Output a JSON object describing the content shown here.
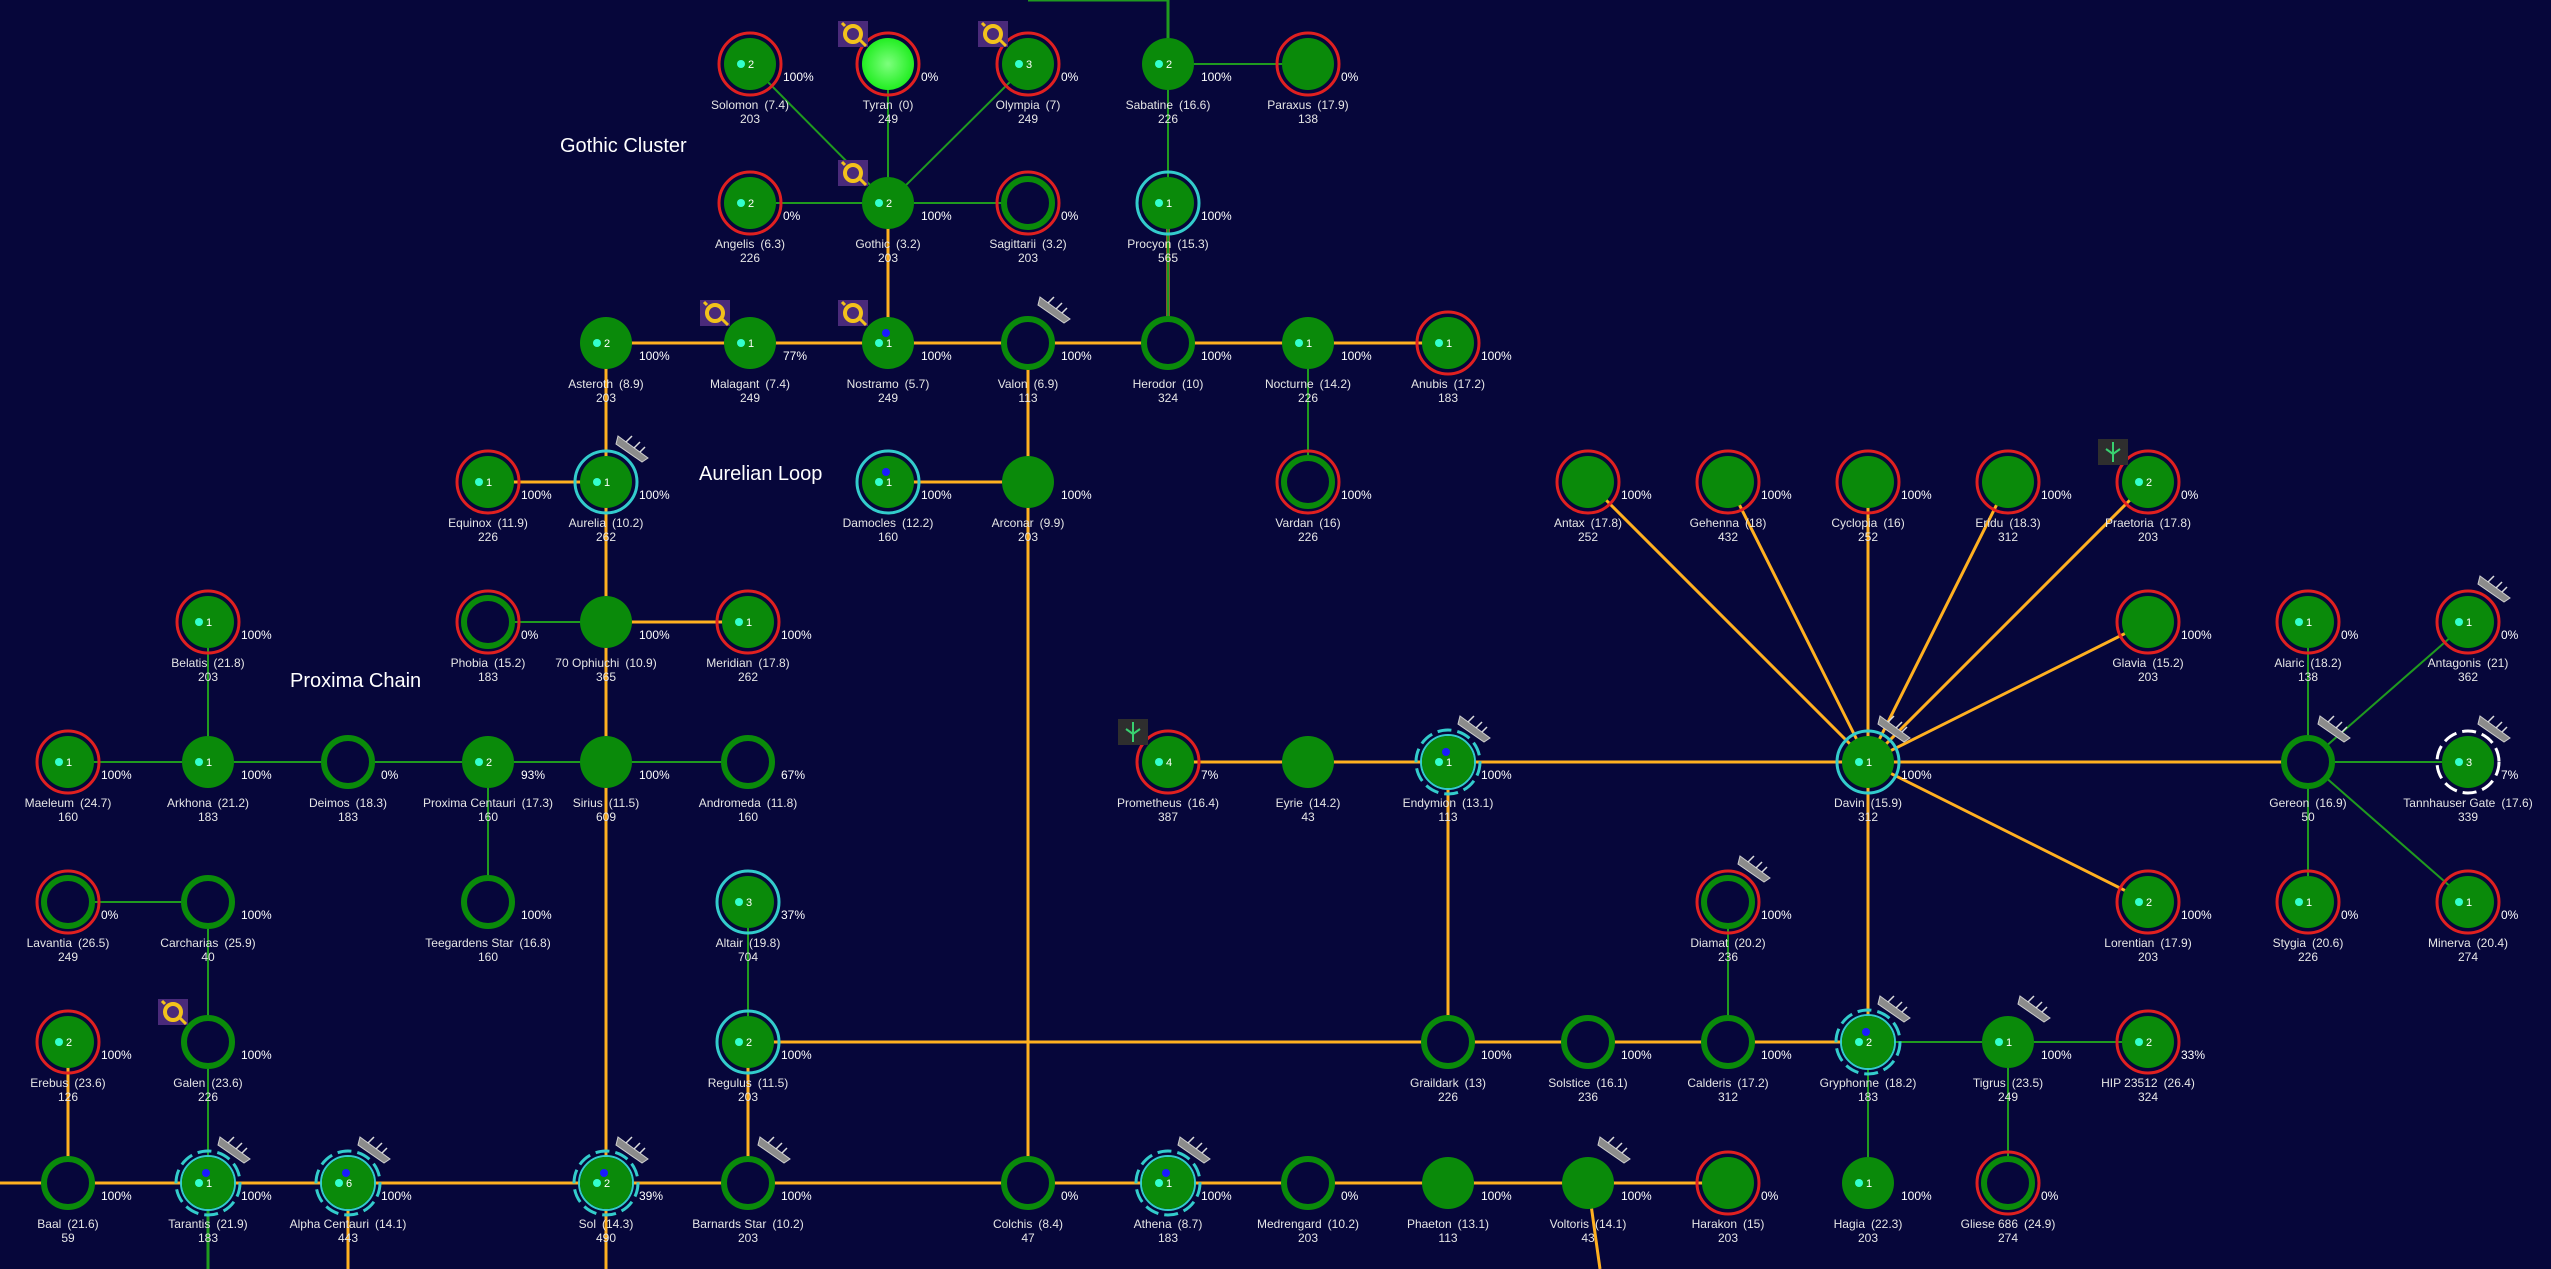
{
  "colors": {
    "background": "#06063a",
    "planet_fill": "#0a8a0a",
    "owned_ring": "#e02020",
    "contested_ring": "#33cccc",
    "link_major": "#ffb020",
    "link_minor": "#1f9a1f",
    "fleet_dot": "#33ffcc",
    "enemy_dot": "#1a1aff",
    "badge_bg": "#4a2a7a",
    "badge_icon": "#f2c21b"
  },
  "regions": [
    {
      "id": "gothic",
      "label": "Gothic Cluster"
    },
    {
      "id": "aurelian",
      "label": "Aurelian Loop"
    },
    {
      "id": "proxima",
      "label": "Proxima Chain"
    }
  ],
  "systems": [
    {
      "id": "solomon",
      "name": "Solomon",
      "value": "(7.4)",
      "count": "203",
      "fleet": "2",
      "pct": "100%",
      "ring": "red"
    },
    {
      "id": "tyran",
      "name": "Tyran",
      "value": "(0)",
      "count": "249",
      "fleet": "",
      "pct": "0%",
      "ring": "red",
      "badge": "chaos",
      "bright": true
    },
    {
      "id": "olympia",
      "name": "Olympia",
      "value": "(7)",
      "count": "249",
      "fleet": "3",
      "pct": "0%",
      "ring": "red",
      "badge": "chaos"
    },
    {
      "id": "sabatine",
      "name": "Sabatine",
      "value": "(16.6)",
      "count": "226",
      "fleet": "2",
      "pct": "100%",
      "ring": "none"
    },
    {
      "id": "paraxus",
      "name": "Paraxus",
      "value": "(17.9)",
      "count": "138",
      "fleet": "",
      "pct": "0%",
      "ring": "red"
    },
    {
      "id": "angelis",
      "name": "Angelis",
      "value": "(6.3)",
      "count": "226",
      "fleet": "2",
      "pct": "0%",
      "ring": "red"
    },
    {
      "id": "gothic",
      "name": "Gothic",
      "value": "(3.2)",
      "count": "203",
      "fleet": "2",
      "pct": "100%",
      "ring": "none",
      "badge": "chaos"
    },
    {
      "id": "sagittarii",
      "name": "Sagittarii",
      "value": "(3.2)",
      "count": "203",
      "fleet": "",
      "pct": "0%",
      "ring": "red",
      "hollow": true
    },
    {
      "id": "procyon",
      "name": "Procyon",
      "value": "(15.3)",
      "count": "565",
      "fleet": "1",
      "pct": "100%",
      "ring": "cyan"
    },
    {
      "id": "asteroth",
      "name": "Asteroth",
      "value": "(8.9)",
      "count": "203",
      "fleet": "2",
      "pct": "100%",
      "ring": "none"
    },
    {
      "id": "malagant",
      "name": "Malagant",
      "value": "(7.4)",
      "count": "249",
      "fleet": "1",
      "pct": "77%",
      "ring": "none",
      "badge": "chaos"
    },
    {
      "id": "nostramo",
      "name": "Nostramo",
      "value": "(5.7)",
      "count": "249",
      "fleet": "1",
      "pct": "100%",
      "ring": "none",
      "badge": "chaos",
      "enemy": true
    },
    {
      "id": "valon",
      "name": "Valon",
      "value": "(6.9)",
      "count": "113",
      "fleet": "",
      "pct": "100%",
      "ring": "none",
      "hollow": true,
      "ship": true
    },
    {
      "id": "herodor",
      "name": "Herodor",
      "value": "(10)",
      "count": "324",
      "fleet": "",
      "pct": "100%",
      "ring": "none",
      "hollow": true
    },
    {
      "id": "nocturne",
      "name": "Nocturne",
      "value": "(14.2)",
      "count": "226",
      "fleet": "1",
      "pct": "100%",
      "ring": "none"
    },
    {
      "id": "anubis",
      "name": "Anubis",
      "value": "(17.2)",
      "count": "183",
      "fleet": "1",
      "pct": "100%",
      "ring": "red"
    },
    {
      "id": "equinox",
      "name": "Equinox",
      "value": "(11.9)",
      "count": "226",
      "fleet": "1",
      "pct": "100%",
      "ring": "red"
    },
    {
      "id": "aurelia",
      "name": "Aurelia",
      "value": "(10.2)",
      "count": "262",
      "fleet": "1",
      "pct": "100%",
      "ring": "cyan",
      "ship": true
    },
    {
      "id": "damocles",
      "name": "Damocles",
      "value": "(12.2)",
      "count": "160",
      "fleet": "1",
      "pct": "100%",
      "ring": "cyan",
      "enemy": true
    },
    {
      "id": "arconar",
      "name": "Arconar",
      "value": "(9.9)",
      "count": "203",
      "fleet": "",
      "pct": "100%",
      "ring": "none"
    },
    {
      "id": "vardan",
      "name": "Vardan",
      "value": "(16)",
      "count": "226",
      "fleet": "",
      "pct": "100%",
      "ring": "red",
      "hollow": true
    },
    {
      "id": "antax",
      "name": "Antax",
      "value": "(17.8)",
      "count": "252",
      "fleet": "",
      "pct": "100%",
      "ring": "red"
    },
    {
      "id": "gehenna",
      "name": "Gehenna",
      "value": "(18)",
      "count": "432",
      "fleet": "",
      "pct": "100%",
      "ring": "red"
    },
    {
      "id": "cyclopia",
      "name": "Cyclopia",
      "value": "(16)",
      "count": "252",
      "fleet": "",
      "pct": "100%",
      "ring": "red"
    },
    {
      "id": "eridu",
      "name": "Eridu",
      "value": "(18.3)",
      "count": "312",
      "fleet": "",
      "pct": "100%",
      "ring": "red"
    },
    {
      "id": "praetoria",
      "name": "Praetoria",
      "value": "(17.8)",
      "count": "203",
      "fleet": "2",
      "pct": "0%",
      "ring": "red",
      "badge": "eldar"
    },
    {
      "id": "belatis",
      "name": "Belatis",
      "value": "(21.8)",
      "count": "203",
      "fleet": "1",
      "pct": "100%",
      "ring": "red"
    },
    {
      "id": "phobia",
      "name": "Phobia",
      "value": "(15.2)",
      "count": "183",
      "fleet": "",
      "pct": "0%",
      "ring": "red",
      "hollow": true
    },
    {
      "id": "ophiuchi",
      "name": "70 Ophiuchi",
      "value": "(10.9)",
      "count": "365",
      "fleet": "",
      "pct": "100%",
      "ring": "none"
    },
    {
      "id": "meridian",
      "name": "Meridian",
      "value": "(17.8)",
      "count": "262",
      "fleet": "1",
      "pct": "100%",
      "ring": "red"
    },
    {
      "id": "glavia",
      "name": "Glavia",
      "value": "(15.2)",
      "count": "203",
      "fleet": "",
      "pct": "100%",
      "ring": "red"
    },
    {
      "id": "alaric",
      "name": "Alaric",
      "value": "(18.2)",
      "count": "138",
      "fleet": "1",
      "pct": "0%",
      "ring": "red"
    },
    {
      "id": "antagonis",
      "name": "Antagonis",
      "value": "(21)",
      "count": "362",
      "fleet": "1",
      "pct": "0%",
      "ring": "red",
      "ship": true
    },
    {
      "id": "maeleum",
      "name": "Maeleum",
      "value": "(24.7)",
      "count": "160",
      "fleet": "1",
      "pct": "100%",
      "ring": "red"
    },
    {
      "id": "arkhona",
      "name": "Arkhona",
      "value": "(21.2)",
      "count": "183",
      "fleet": "1",
      "pct": "100%",
      "ring": "none"
    },
    {
      "id": "deimos",
      "name": "Deimos",
      "value": "(18.3)",
      "count": "183",
      "fleet": "",
      "pct": "0%",
      "ring": "none",
      "hollow": true
    },
    {
      "id": "proxima",
      "name": "Proxima Centauri",
      "value": "(17.3)",
      "count": "160",
      "fleet": "2",
      "pct": "93%",
      "ring": "none"
    },
    {
      "id": "sirius",
      "name": "Sirius",
      "value": "(11.5)",
      "count": "609",
      "fleet": "",
      "pct": "100%",
      "ring": "none"
    },
    {
      "id": "andromeda",
      "name": "Andromeda",
      "value": "(11.8)",
      "count": "160",
      "fleet": "",
      "pct": "67%",
      "ring": "none",
      "hollow": true
    },
    {
      "id": "prometheus",
      "name": "Prometheus",
      "value": "(16.4)",
      "count": "387",
      "fleet": "4",
      "pct": "7%",
      "ring": "red",
      "badge": "eldar"
    },
    {
      "id": "eyrie",
      "name": "Eyrie",
      "value": "(14.2)",
      "count": "43",
      "fleet": "",
      "pct": "",
      "ring": "none"
    },
    {
      "id": "endymion",
      "name": "Endymion",
      "value": "(13.1)",
      "count": "113",
      "fleet": "1",
      "pct": "100%",
      "ring": "cyan-dash",
      "ship": true,
      "enemy": true
    },
    {
      "id": "davin",
      "name": "Davin",
      "value": "(15.9)",
      "count": "312",
      "fleet": "1",
      "pct": "100%",
      "ring": "cyan",
      "ship": true
    },
    {
      "id": "gereon",
      "name": "Gereon",
      "value": "(16.9)",
      "count": "50",
      "fleet": "",
      "pct": "",
      "ring": "none",
      "hollow": true,
      "ship": true
    },
    {
      "id": "tannhauser",
      "name": "Tannhauser Gate",
      "value": "(17.6)",
      "count": "339",
      "fleet": "3",
      "pct": "7%",
      "ring": "white-dash",
      "ship": true
    },
    {
      "id": "lavantia",
      "name": "Lavantia",
      "value": "(26.5)",
      "count": "249",
      "fleet": "",
      "pct": "0%",
      "ring": "red",
      "hollow": true
    },
    {
      "id": "carcharias",
      "name": "Carcharias",
      "value": "(25.9)",
      "count": "40",
      "fleet": "",
      "pct": "100%",
      "ring": "none",
      "hollow": true
    },
    {
      "id": "teegardens",
      "name": "Teegardens Star",
      "value": "(16.8)",
      "count": "160",
      "fleet": "",
      "pct": "100%",
      "ring": "none",
      "hollow": true
    },
    {
      "id": "altair",
      "name": "Altair",
      "value": "(19.8)",
      "count": "704",
      "fleet": "3",
      "pct": "37%",
      "ring": "cyan"
    },
    {
      "id": "diamat",
      "name": "Diamat",
      "value": "(20.2)",
      "count": "236",
      "fleet": "",
      "pct": "100%",
      "ring": "red",
      "hollow": true,
      "ship": true
    },
    {
      "id": "lorentian",
      "name": "Lorentian",
      "value": "(17.9)",
      "count": "203",
      "fleet": "2",
      "pct": "100%",
      "ring": "red"
    },
    {
      "id": "stygia",
      "name": "Stygia",
      "value": "(20.6)",
      "count": "226",
      "fleet": "1",
      "pct": "0%",
      "ring": "red"
    },
    {
      "id": "minerva",
      "name": "Minerva",
      "value": "(20.4)",
      "count": "274",
      "fleet": "1",
      "pct": "0%",
      "ring": "red"
    },
    {
      "id": "erebus",
      "name": "Erebus",
      "value": "(23.6)",
      "count": "126",
      "fleet": "2",
      "pct": "100%",
      "ring": "red"
    },
    {
      "id": "galen",
      "name": "Galen",
      "value": "(23.6)",
      "count": "226",
      "fleet": "",
      "pct": "100%",
      "ring": "none",
      "hollow": true,
      "badge": "chaos"
    },
    {
      "id": "regulus",
      "name": "Regulus",
      "value": "(11.5)",
      "count": "203",
      "fleet": "2",
      "pct": "100%",
      "ring": "cyan"
    },
    {
      "id": "graildark",
      "name": "Graildark",
      "value": "(13)",
      "count": "226",
      "fleet": "",
      "pct": "100%",
      "ring": "none",
      "hollow": true
    },
    {
      "id": "solstice",
      "name": "Solstice",
      "value": "(16.1)",
      "count": "236",
      "fleet": "",
      "pct": "100%",
      "ring": "none",
      "hollow": true
    },
    {
      "id": "calderis",
      "name": "Calderis",
      "value": "(17.2)",
      "count": "312",
      "fleet": "",
      "pct": "100%",
      "ring": "none",
      "hollow": true
    },
    {
      "id": "gryphonne",
      "name": "Gryphonne",
      "value": "(18.2)",
      "count": "183",
      "fleet": "2",
      "pct": "",
      "ring": "cyan-dash",
      "ship": true,
      "enemy": true
    },
    {
      "id": "tigrus",
      "name": "Tigrus",
      "value": "(23.5)",
      "count": "249",
      "fleet": "1",
      "pct": "100%",
      "ring": "none",
      "ship": true
    },
    {
      "id": "hip",
      "name": "HIP 23512",
      "value": "(26.4)",
      "count": "324",
      "fleet": "2",
      "pct": "33%",
      "ring": "red"
    },
    {
      "id": "baal",
      "name": "Baal",
      "value": "(21.6)",
      "count": "59",
      "fleet": "",
      "pct": "100%",
      "ring": "none",
      "hollow": true
    },
    {
      "id": "tarantis",
      "name": "Tarantis",
      "value": "(21.9)",
      "count": "183",
      "fleet": "1",
      "pct": "100%",
      "ring": "cyan-dash",
      "ship": true,
      "enemy": true
    },
    {
      "id": "alphacen",
      "name": "Alpha Centauri",
      "value": "(14.1)",
      "count": "443",
      "fleet": "6",
      "pct": "100%",
      "ring": "cyan-dash",
      "ship": true,
      "enemy": true
    },
    {
      "id": "sol",
      "name": "Sol",
      "value": "(14.3)",
      "count": "490",
      "fleet": "2",
      "pct": "39%",
      "ring": "cyan-dash",
      "ship": true,
      "enemy": true
    },
    {
      "id": "barnards",
      "name": "Barnards Star",
      "value": "(10.2)",
      "count": "203",
      "fleet": "",
      "pct": "100%",
      "ring": "none",
      "hollow": true,
      "ship": true
    },
    {
      "id": "colchis",
      "name": "Colchis",
      "value": "(8.4)",
      "count": "47",
      "fleet": "",
      "pct": "0%",
      "ring": "none",
      "hollow": true
    },
    {
      "id": "athena",
      "name": "Athena",
      "value": "(8.7)",
      "count": "183",
      "fleet": "1",
      "pct": "100%",
      "ring": "cyan-dash",
      "ship": true,
      "enemy": true
    },
    {
      "id": "medrengard",
      "name": "Medrengard",
      "value": "(10.2)",
      "count": "203",
      "fleet": "",
      "pct": "0%",
      "ring": "none",
      "hollow": true
    },
    {
      "id": "phaeton",
      "name": "Phaeton",
      "value": "(13.1)",
      "count": "113",
      "fleet": "",
      "pct": "100%",
      "ring": "none"
    },
    {
      "id": "voltoris",
      "name": "Voltoris",
      "value": "(14.1)",
      "count": "43",
      "fleet": "",
      "pct": "100%",
      "ring": "none",
      "ship": true
    },
    {
      "id": "harakon",
      "name": "Harakon",
      "value": "(15)",
      "count": "203",
      "fleet": "",
      "pct": "0%",
      "ring": "red"
    },
    {
      "id": "hagia",
      "name": "Hagia",
      "value": "(22.3)",
      "count": "203",
      "fleet": "1",
      "pct": "100%",
      "ring": "none"
    },
    {
      "id": "gliese",
      "name": "Gliese 686",
      "value": "(24.9)",
      "count": "274",
      "fleet": "",
      "pct": "0%",
      "ring": "red",
      "hollow": true
    }
  ],
  "links": [
    [
      "solomon",
      "gothic",
      "minor"
    ],
    [
      "tyran",
      "gothic",
      "minor"
    ],
    [
      "olympia",
      "gothic",
      "minor"
    ],
    [
      "angelis",
      "gothic",
      "minor"
    ],
    [
      "gothic",
      "sagittarii",
      "minor"
    ],
    [
      "sabatine",
      "paraxus",
      "minor"
    ],
    [
      "gothic",
      "nostramo",
      "major"
    ],
    [
      "procyon",
      "herodor",
      "major"
    ],
    [
      "asteroth",
      "malagant",
      "major"
    ],
    [
      "malagant",
      "nostramo",
      "major"
    ],
    [
      "nostramo",
      "valon",
      "major"
    ],
    [
      "valon",
      "herodor",
      "major"
    ],
    [
      "herodor",
      "nocturne",
      "major"
    ],
    [
      "nocturne",
      "anubis",
      "major"
    ],
    [
      "nocturne",
      "vardan",
      "minor"
    ],
    [
      "asteroth",
      "aurelia",
      "major"
    ],
    [
      "equinox",
      "aurelia",
      "major"
    ],
    [
      "aurelia",
      "ophiuchi",
      "major"
    ],
    [
      "damocles",
      "arconar",
      "major"
    ],
    [
      "valon",
      "arconar",
      "major"
    ],
    [
      "phobia",
      "ophiuchi",
      "minor"
    ],
    [
      "ophiuchi",
      "meridian",
      "major"
    ],
    [
      "ophiuchi",
      "sirius",
      "major"
    ],
    [
      "belatis",
      "arkhona",
      "minor"
    ],
    [
      "maeleum",
      "arkhona",
      "minor"
    ],
    [
      "arkhona",
      "deimos",
      "minor"
    ],
    [
      "deimos",
      "proxima",
      "minor"
    ],
    [
      "proxima",
      "sirius",
      "minor"
    ],
    [
      "sirius",
      "andromeda",
      "minor"
    ],
    [
      "proxima",
      "teegardens",
      "minor"
    ],
    [
      "sirius",
      "sol",
      "major"
    ],
    [
      "lavantia",
      "carcharias",
      "minor"
    ],
    [
      "carcharias",
      "galen",
      "minor"
    ],
    [
      "galen",
      "tarantis",
      "minor"
    ],
    [
      "erebus",
      "baal",
      "major"
    ],
    [
      "altair",
      "regulus",
      "minor"
    ],
    [
      "regulus",
      "barnards",
      "major"
    ],
    [
      "regulus",
      "gryphonne",
      "major"
    ],
    [
      "arconar",
      "colchis",
      "major"
    ],
    [
      "prometheus",
      "davin",
      "major"
    ],
    [
      "endymion",
      "graildark",
      "major"
    ],
    [
      "diamat",
      "calderis",
      "minor"
    ],
    [
      "davin",
      "gryphonne",
      "major"
    ],
    [
      "gryphonne",
      "tigrus",
      "minor"
    ],
    [
      "tigrus",
      "hip",
      "minor"
    ],
    [
      "tigrus",
      "gliese",
      "minor"
    ],
    [
      "davin",
      "gereon",
      "major"
    ],
    [
      "antax",
      "davin",
      "major"
    ],
    [
      "gehenna",
      "davin",
      "major"
    ],
    [
      "cyclopia",
      "davin",
      "major"
    ],
    [
      "eridu",
      "davin",
      "major"
    ],
    [
      "praetoria",
      "davin",
      "major"
    ],
    [
      "glavia",
      "davin",
      "major"
    ],
    [
      "davin",
      "lorentian",
      "major"
    ],
    [
      "alaric",
      "gereon",
      "minor"
    ],
    [
      "gereon",
      "antagonis",
      "minor"
    ],
    [
      "gereon",
      "tannhauser",
      "minor"
    ],
    [
      "gereon",
      "stygia",
      "minor"
    ],
    [
      "gereon",
      "minerva",
      "minor"
    ],
    [
      "gryphonne",
      "hagia",
      "minor"
    ],
    [
      "baal",
      "harakon",
      "major"
    ]
  ]
}
